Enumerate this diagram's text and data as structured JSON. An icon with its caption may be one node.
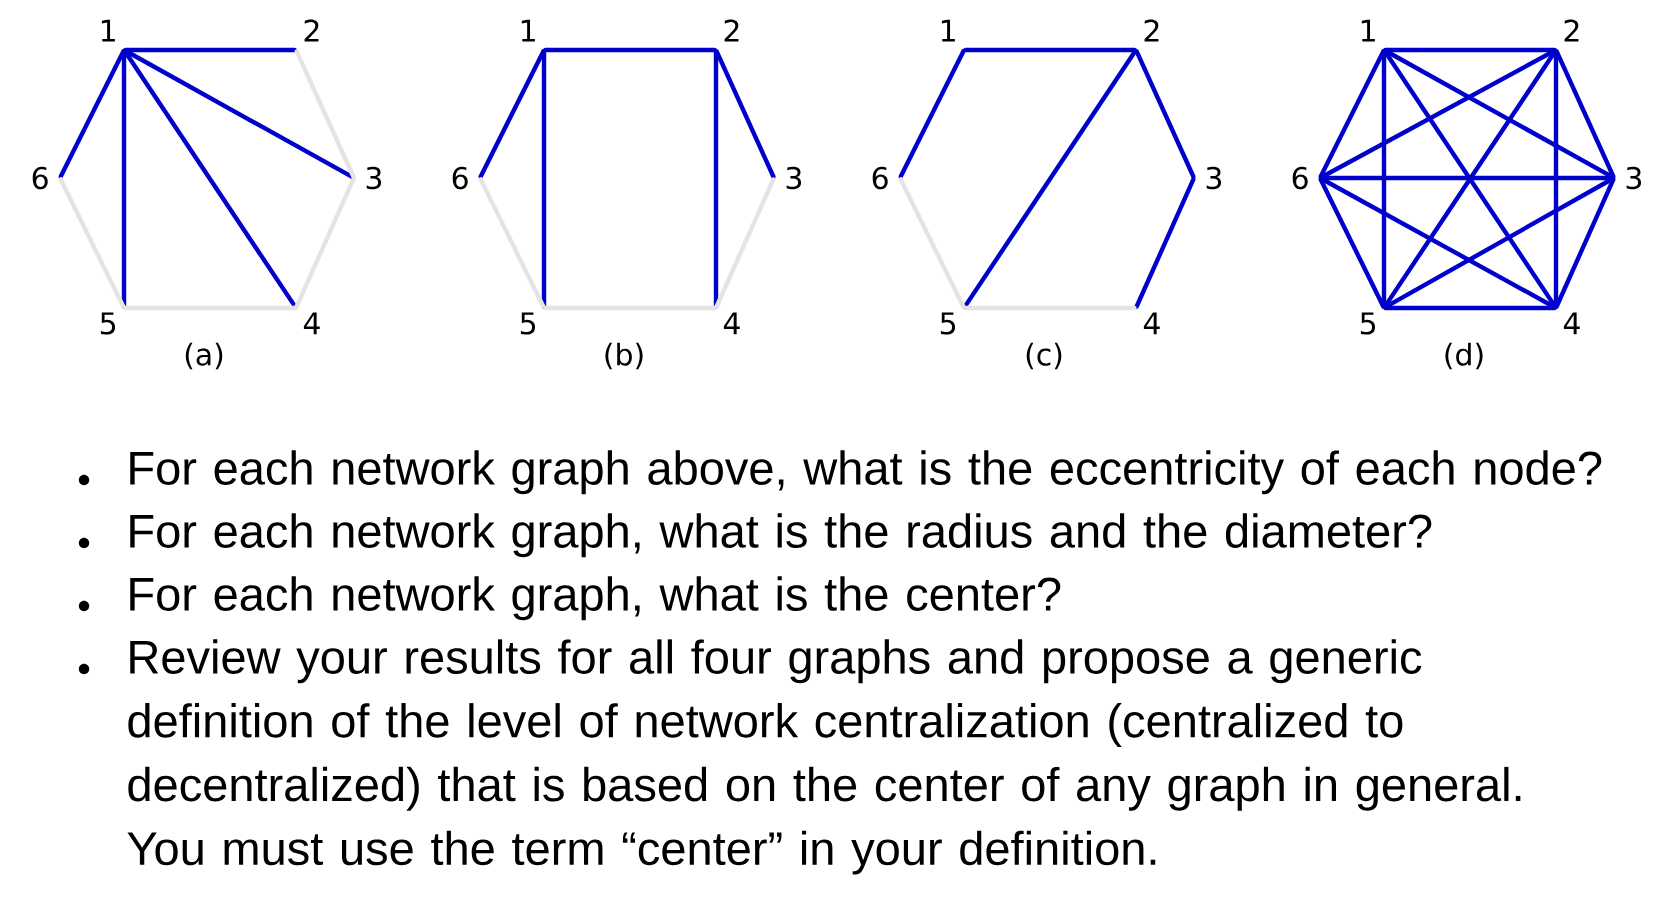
{
  "diagram": {
    "nodes": [
      {
        "text": [],
        "shape": "point",
        "beside": [
          "1"
        ]
      },
      {
        "text": [],
        "shape": "point",
        "beside": [
          "2"
        ]
      },
      {
        "text": [],
        "shape": "point",
        "beside": [
          "3"
        ]
      },
      {
        "text": [],
        "shape": "point",
        "beside": [
          "4"
        ]
      },
      {
        "text": [],
        "shape": "point",
        "beside": [
          "5"
        ]
      },
      {
        "text": [],
        "shape": "point",
        "beside": [
          "6"
        ]
      },
      {
        "text": [],
        "shape": "point",
        "beside": [
          "1"
        ]
      },
      {
        "text": [],
        "shape": "point",
        "beside": [
          "2"
        ]
      },
      {
        "text": [],
        "shape": "point",
        "beside": [
          "3"
        ]
      },
      {
        "text": [],
        "shape": "point",
        "beside": [
          "4"
        ]
      },
      {
        "text": [],
        "shape": "point",
        "beside": [
          "5"
        ]
      },
      {
        "text": [],
        "shape": "point",
        "beside": [
          "6"
        ]
      },
      {
        "text": [],
        "shape": "point",
        "beside": [
          "1"
        ]
      },
      {
        "text": [],
        "shape": "point",
        "beside": [
          "2"
        ]
      },
      {
        "text": [],
        "shape": "point",
        "beside": [
          "3"
        ]
      },
      {
        "text": [],
        "shape": "point",
        "beside": [
          "4"
        ]
      },
      {
        "text": [],
        "shape": "point",
        "beside": [
          "5"
        ]
      },
      {
        "text": [],
        "shape": "point",
        "beside": [
          "6"
        ]
      },
      {
        "text": [],
        "shape": "point",
        "beside": [
          "1"
        ]
      },
      {
        "text": [],
        "shape": "point",
        "beside": [
          "2"
        ]
      },
      {
        "text": [],
        "shape": "point",
        "beside": [
          "3"
        ]
      },
      {
        "text": [],
        "shape": "point",
        "beside": [
          "4"
        ]
      },
      {
        "text": [],
        "shape": "point",
        "beside": [
          "5"
        ]
      },
      {
        "text": [],
        "shape": "point",
        "beside": [
          "6"
        ]
      }
    ],
    "edges": [
      {
        "from": 0,
        "to": 1,
        "arrow": "none"
      },
      {
        "from": 0,
        "to": 2,
        "arrow": "none"
      },
      {
        "from": 0,
        "to": 3,
        "arrow": "none"
      },
      {
        "from": 0,
        "to": 4,
        "arrow": "none"
      },
      {
        "from": 0,
        "to": 5,
        "arrow": "none"
      },
      {
        "from": 1,
        "to": 2,
        "arrow": "none",
        "color": "#e4e4e4"
      },
      {
        "from": 2,
        "to": 3,
        "arrow": "none",
        "color": "#e4e4e4"
      },
      {
        "from": 3,
        "to": 4,
        "arrow": "none",
        "color": "#e4e4e4"
      },
      {
        "from": 4,
        "to": 5,
        "arrow": "none",
        "color": "#e4e4e4"
      },
      {
        "from": 6,
        "to": 7,
        "arrow": "none"
      },
      {
        "from": 7,
        "to": 8,
        "arrow": "none"
      },
      {
        "from": 7,
        "to": 9,
        "arrow": "none"
      },
      {
        "from": 6,
        "to": 10,
        "arrow": "none"
      },
      {
        "from": 6,
        "to": 11,
        "arrow": "none"
      },
      {
        "from": 8,
        "to": 9,
        "arrow": "none",
        "color": "#e4e4e4"
      },
      {
        "from": 9,
        "to": 10,
        "arrow": "none",
        "color": "#e4e4e4"
      },
      {
        "from": 10,
        "to": 11,
        "arrow": "none",
        "color": "#e4e4e4"
      },
      {
        "from": 12,
        "to": 13,
        "arrow": "none"
      },
      {
        "from": 13,
        "to": 14,
        "arrow": "none"
      },
      {
        "from": 14,
        "to": 15,
        "arrow": "none"
      },
      {
        "from": 13,
        "to": 16,
        "arrow": "none"
      },
      {
        "from": 12,
        "to": 17,
        "arrow": "none"
      },
      {
        "from": 15,
        "to": 16,
        "arrow": "none",
        "color": "#e4e4e4"
      },
      {
        "from": 16,
        "to": 17,
        "arrow": "none",
        "color": "#e4e4e4"
      },
      {
        "from": 18,
        "to": 19,
        "arrow": "none"
      },
      {
        "from": 18,
        "to": 20,
        "arrow": "none"
      },
      {
        "from": 18,
        "to": 21,
        "arrow": "none"
      },
      {
        "from": 18,
        "to": 22,
        "arrow": "none"
      },
      {
        "from": 18,
        "to": 23,
        "arrow": "none"
      },
      {
        "from": 19,
        "to": 20,
        "arrow": "none"
      },
      {
        "from": 19,
        "to": 21,
        "arrow": "none"
      },
      {
        "from": 19,
        "to": 22,
        "arrow": "none"
      },
      {
        "from": 19,
        "to": 23,
        "arrow": "none"
      },
      {
        "from": 20,
        "to": 21,
        "arrow": "none"
      },
      {
        "from": 20,
        "to": 22,
        "arrow": "none"
      },
      {
        "from": 20,
        "to": 23,
        "arrow": "none"
      },
      {
        "from": 21,
        "to": 22,
        "arrow": "none"
      },
      {
        "from": 21,
        "to": 23,
        "arrow": "none"
      },
      {
        "from": 22,
        "to": 23,
        "arrow": "none"
      }
    ],
    "labels": [
      "(a)",
      "(b)",
      "(c)",
      "(d)",
      "For each network graph above, what is the eccentricity of each node?",
      "For each network graph, what is the radius and the diameter?",
      "For each network graph, what is the center?",
      "Review your results for all four graphs and propose a generic definition of the level of network centralization (centralized to decentralized) that is based on the center of any graph in general. You must use the term “center” in your definition."
    ]
  }
}
